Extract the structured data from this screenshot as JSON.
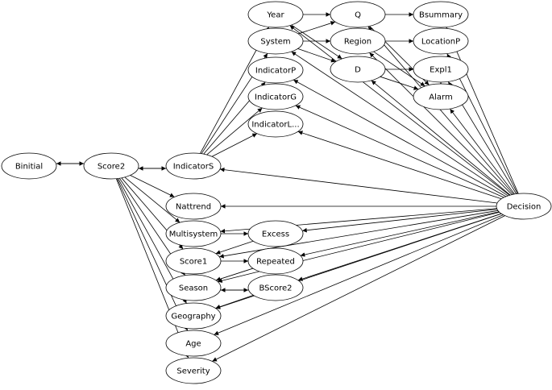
{
  "nodes": [
    {
      "id": "Year",
      "label": "Year"
    },
    {
      "id": "Q",
      "label": "Q"
    },
    {
      "id": "Bsummary",
      "label": "Bsummary"
    },
    {
      "id": "System",
      "label": "System"
    },
    {
      "id": "Region",
      "label": "Region"
    },
    {
      "id": "LocationP",
      "label": "LocationP"
    },
    {
      "id": "D",
      "label": "D"
    },
    {
      "id": "Expl1",
      "label": "Expl1"
    },
    {
      "id": "IndicatorP",
      "label": "IndicatorP"
    },
    {
      "id": "IndicatorG",
      "label": "IndicatorG"
    },
    {
      "id": "IndicatorL",
      "label": "IndicatorL..."
    },
    {
      "id": "Alarm",
      "label": "Alarm"
    },
    {
      "id": "Binitial",
      "label": "Binitial"
    },
    {
      "id": "Score2",
      "label": "Score2"
    },
    {
      "id": "IndicatorS",
      "label": "IndicatorS"
    },
    {
      "id": "Nattrend",
      "label": "Nattrend"
    },
    {
      "id": "Decision",
      "label": "Decision"
    },
    {
      "id": "Multisystem",
      "label": "Multisystem"
    },
    {
      "id": "Excess",
      "label": "Excess"
    },
    {
      "id": "Score1",
      "label": "Score1"
    },
    {
      "id": "Repeated",
      "label": "Repeated"
    },
    {
      "id": "Season",
      "label": "Season"
    },
    {
      "id": "BScore2",
      "label": "BScore2"
    },
    {
      "id": "Geography",
      "label": "Geography"
    },
    {
      "id": "Age",
      "label": "Age"
    },
    {
      "id": "Severity",
      "label": "Severity"
    }
  ],
  "edges": [
    [
      "Year",
      "Q"
    ],
    [
      "Q",
      "Bsummary"
    ],
    [
      "System",
      "Region"
    ],
    [
      "Region",
      "LocationP"
    ],
    [
      "System",
      "D"
    ],
    [
      "D",
      "Expl1"
    ],
    [
      "D",
      "Alarm"
    ],
    [
      "Alarm",
      "Expl1"
    ],
    [
      "Region",
      "Alarm"
    ],
    [
      "Q",
      "Alarm"
    ],
    [
      "System",
      "Q"
    ],
    [
      "Year",
      "D"
    ],
    [
      "Binitial",
      "Score2"
    ],
    [
      "Score2",
      "Binitial"
    ],
    [
      "Score2",
      "IndicatorS"
    ],
    [
      "IndicatorS",
      "Score2"
    ],
    [
      "Score2",
      "Nattrend"
    ],
    [
      "Score2",
      "Multisystem"
    ],
    [
      "Score2",
      "Score1"
    ],
    [
      "Score2",
      "Season"
    ],
    [
      "Score2",
      "Geography"
    ],
    [
      "Score2",
      "Age"
    ],
    [
      "Score2",
      "Severity"
    ],
    [
      "IndicatorS",
      "Year"
    ],
    [
      "IndicatorS",
      "System"
    ],
    [
      "IndicatorS",
      "IndicatorP"
    ],
    [
      "IndicatorS",
      "IndicatorG"
    ],
    [
      "IndicatorS",
      "IndicatorL"
    ],
    [
      "Multisystem",
      "Excess"
    ],
    [
      "Excess",
      "Score1"
    ],
    [
      "Score1",
      "Repeated"
    ],
    [
      "Repeated",
      "Season"
    ],
    [
      "BScore2",
      "Season"
    ],
    [
      "BScore2",
      "Geography"
    ],
    [
      "Season",
      "BScore2"
    ],
    [
      "Decision",
      "IndicatorS"
    ],
    [
      "Decision",
      "Nattrend"
    ],
    [
      "Decision",
      "Multisystem"
    ],
    [
      "Decision",
      "Excess"
    ],
    [
      "Decision",
      "Repeated"
    ],
    [
      "Decision",
      "Score1"
    ],
    [
      "Decision",
      "BScore2"
    ],
    [
      "Decision",
      "Season"
    ],
    [
      "Decision",
      "Geography"
    ],
    [
      "Decision",
      "Age"
    ],
    [
      "Decision",
      "Severity"
    ],
    [
      "Decision",
      "IndicatorP"
    ],
    [
      "Decision",
      "IndicatorG"
    ],
    [
      "Decision",
      "IndicatorL"
    ],
    [
      "Decision",
      "System"
    ],
    [
      "Decision",
      "Year"
    ],
    [
      "Decision",
      "Q"
    ],
    [
      "Decision",
      "Region"
    ],
    [
      "Decision",
      "D"
    ],
    [
      "Decision",
      "Alarm"
    ],
    [
      "Decision",
      "LocationP"
    ],
    [
      "Decision",
      "Expl1"
    ],
    [
      "Decision",
      "Bsummary"
    ]
  ]
}
